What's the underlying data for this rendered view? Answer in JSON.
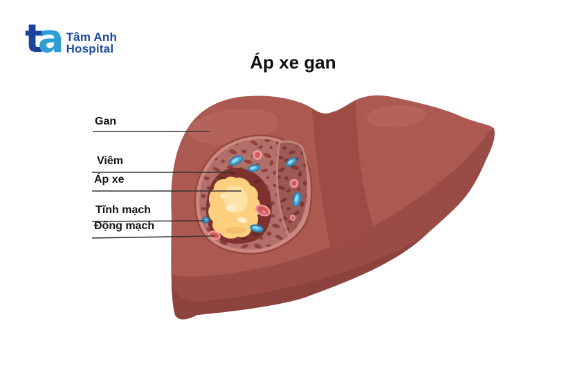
{
  "logo": {
    "mark_t": "t",
    "mark_a": "a",
    "name_line1": "Tâm Anh",
    "name_line2": "Hospital"
  },
  "title": "Áp xe gan",
  "diagram": {
    "labels": {
      "liver": "Gan",
      "inflammation": "Viêm",
      "abscess": "Áp xe",
      "vein": "Tĩnh mạch",
      "artery": "Động mạch"
    }
  },
  "colors": {
    "brand_navy": "#1c429b",
    "brand_cyan": "#2d9ed6",
    "liver_main": "#ab5951",
    "liver_mid_shade": "#9a4b45",
    "liver_dark_rim": "#8c423d",
    "lobe_highlight": "#b4635a",
    "cutaway_rim": "#cb8981",
    "cutaway_bg_left": "#b3706a",
    "cutaway_bg_right": "#9d5a55",
    "tissue_texture": "#8d403c",
    "inflammation_ring": "#7e322e",
    "abscess_yellow": "#fcd07e",
    "abscess_highlight": "#fde2a6",
    "vein_blue": "#49aed8",
    "vein_outline": "#2b7da8",
    "artery_red": "#d15a57",
    "artery_outline": "#ef96a0",
    "leader_line": "#333333"
  }
}
